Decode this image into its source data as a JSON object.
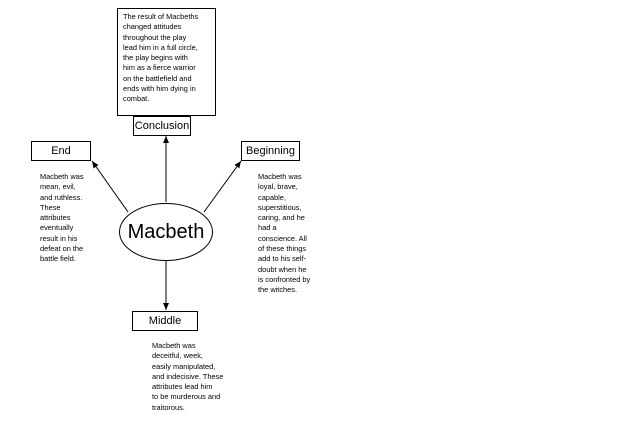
{
  "diagram": {
    "center": {
      "label": "Macbeth"
    },
    "conclusion": {
      "title": "Conclusion",
      "text": "The result of Macbeths\nchanged attitudes\nthroughout the play\nlead him in a full circle,\nthe play begins with\nhim as a fierce warrior\non the battlefield and\nends with him dying in\ncombat."
    },
    "end": {
      "title": "End",
      "text": "Macbeth was\nmean, evil,\nand ruthless.\nThese\nattributes\neventually\nresult in his\ndefeat on the\nbattle field."
    },
    "beginning": {
      "title": "Beginning",
      "text": "Macbeth was\nloyal, brave,\ncapable,\nsuperstitious,\ncaring, and he\nhad a\nconscience. All\nof these things\nadd to his self-\ndoubt when he\nis confronted by\nthe witches."
    },
    "middle": {
      "title": "Middle",
      "text": "Macbeth was\ndeceitful, week,\neasily manipulated,\nand indecisive. These\nattributes lead him\nto be murderous and\ntraitorous."
    }
  }
}
